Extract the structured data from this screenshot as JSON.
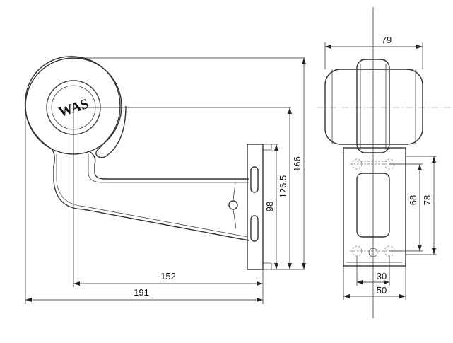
{
  "drawing": {
    "logo_text": "WAS",
    "side_view": {
      "dimensions": {
        "width_total": "191",
        "width_to_lamp_center": "152",
        "height_total": "166",
        "height_to_lamp_center": "126.5",
        "bracket_height": "98"
      }
    },
    "front_view": {
      "dimensions": {
        "lamp_width": "79",
        "hole_spacing": "68",
        "base_height": "78",
        "hole_distance": "30",
        "base_width": "50"
      }
    }
  }
}
